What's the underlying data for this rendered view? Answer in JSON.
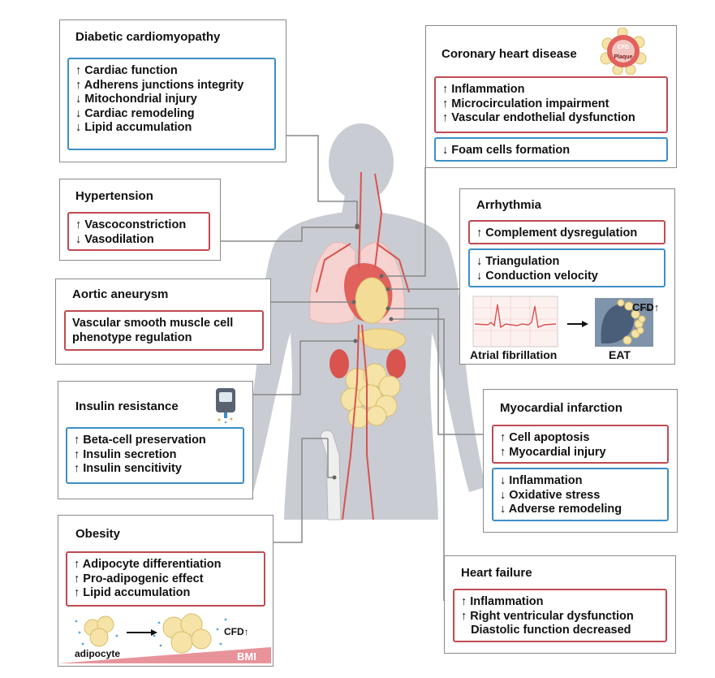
{
  "panels": {
    "diabetic": {
      "title": "Diabetic cardiomyopathy",
      "blue": [
        "↑ Cardiac function",
        "↑ Adherens junctions integrity",
        "↓ Mitochondrial injury",
        "↓ Cardiac remodeling",
        "↓ Lipid accumulation"
      ]
    },
    "hypertension": {
      "title": "Hypertension",
      "red": [
        "↑ Vascoconstriction",
        "↓ Vasodilation"
      ]
    },
    "aortic": {
      "title": "Aortic aneurysm",
      "red": [
        "Vascular smooth muscle cell",
        "phenotype regulation"
      ]
    },
    "insulin": {
      "title": "Insulin resistance",
      "blue": [
        "↑ Beta-cell preservation",
        "↑ Insulin secretion",
        "↑ Insulin sencitivity"
      ]
    },
    "obesity": {
      "title": "Obesity",
      "red": [
        "↑ Adipocyte differentiation",
        "↑ Pro-adipogenic effect",
        "↑ Lipid accumulation"
      ],
      "adipocyte_label": "adipocyte",
      "cfd_label": "CFD↑",
      "bmi_label": "BMI"
    },
    "coronary": {
      "title": "Coronary heart disease",
      "red": [
        "↑ Inflammation",
        "↑ Microcirculation impairment",
        "↑ Vascular endothelial dysfunction"
      ],
      "blue": [
        "↓ Foam cells formation"
      ],
      "icon_top": "CFD",
      "icon_bottom": "Plaque"
    },
    "arrhythmia": {
      "title": "Arrhythmia",
      "red": [
        "↑ Complement dysregulation"
      ],
      "blue": [
        "↓ Triangulation",
        "↓ Conduction velocity"
      ],
      "af_label": "Atrial fibrillation",
      "eat_label": "EAT",
      "cfd_label": "CFD↑"
    },
    "mi": {
      "title": "Myocardial infarction",
      "red": [
        "↑ Cell apoptosis",
        "↑ Myocardial injury"
      ],
      "blue": [
        "↓ Inflammation",
        "↓ Oxidative stress",
        "↓ Adverse remodeling"
      ]
    },
    "hf": {
      "title": "Heart failure",
      "red": [
        "↑ Inflammation",
        "↑ Right ventricular dysfunction",
        "   Diastolic function decreased"
      ]
    }
  },
  "colors": {
    "red_border": "#c04a52",
    "blue_border": "#3d8fc6",
    "panel_border": "#8a8a8a",
    "body_silhouette": "#c9ccd3",
    "vessel": "#d9534f",
    "fat": "#f3dd96",
    "bmi_wedge": "#e8939a"
  }
}
